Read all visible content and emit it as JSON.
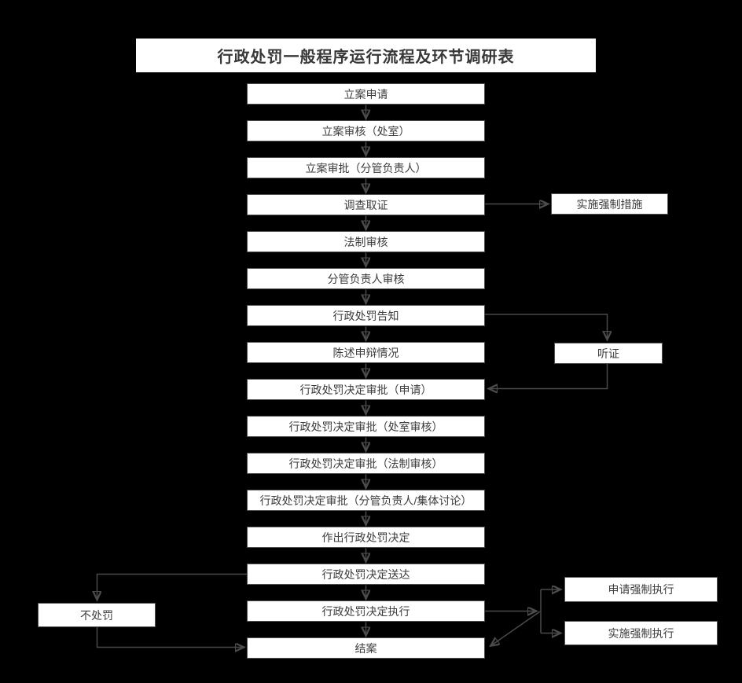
{
  "title": "行政处罚一般程序运行流程及环节调研表",
  "main_flow": [
    {
      "label": "立案申请"
    },
    {
      "label": "立案审核（处室）"
    },
    {
      "label": "立案审批（分管负责人）"
    },
    {
      "label": "调查取证"
    },
    {
      "label": "法制审核"
    },
    {
      "label": "分管负责人审核"
    },
    {
      "label": "行政处罚告知"
    },
    {
      "label": "陈述申辩情况"
    },
    {
      "label": "行政处罚决定审批（申请）"
    },
    {
      "label": "行政处罚决定审批（处室审核）"
    },
    {
      "label": "行政处罚决定审批（法制审核）"
    },
    {
      "label": "行政处罚决定审批（分管负责人/集体讨论）"
    },
    {
      "label": "作出行政处罚决定"
    },
    {
      "label": "行政处罚决定送达"
    },
    {
      "label": "行政处罚决定执行"
    },
    {
      "label": "结案"
    }
  ],
  "side_nodes": {
    "compulsory_measures": {
      "label": "实施强制措施"
    },
    "hearing": {
      "label": "听证"
    },
    "no_penalty": {
      "label": "不处罚"
    },
    "apply_compulsory_execution": {
      "label": "申请强制执行"
    },
    "implement_compulsory_execution": {
      "label": "实施强制执行"
    }
  },
  "colors": {
    "background": "#000000",
    "box_background": "#ffffff",
    "box_border": "#515151",
    "text": "#3c3c3c",
    "connector": "#4b4b4b"
  }
}
